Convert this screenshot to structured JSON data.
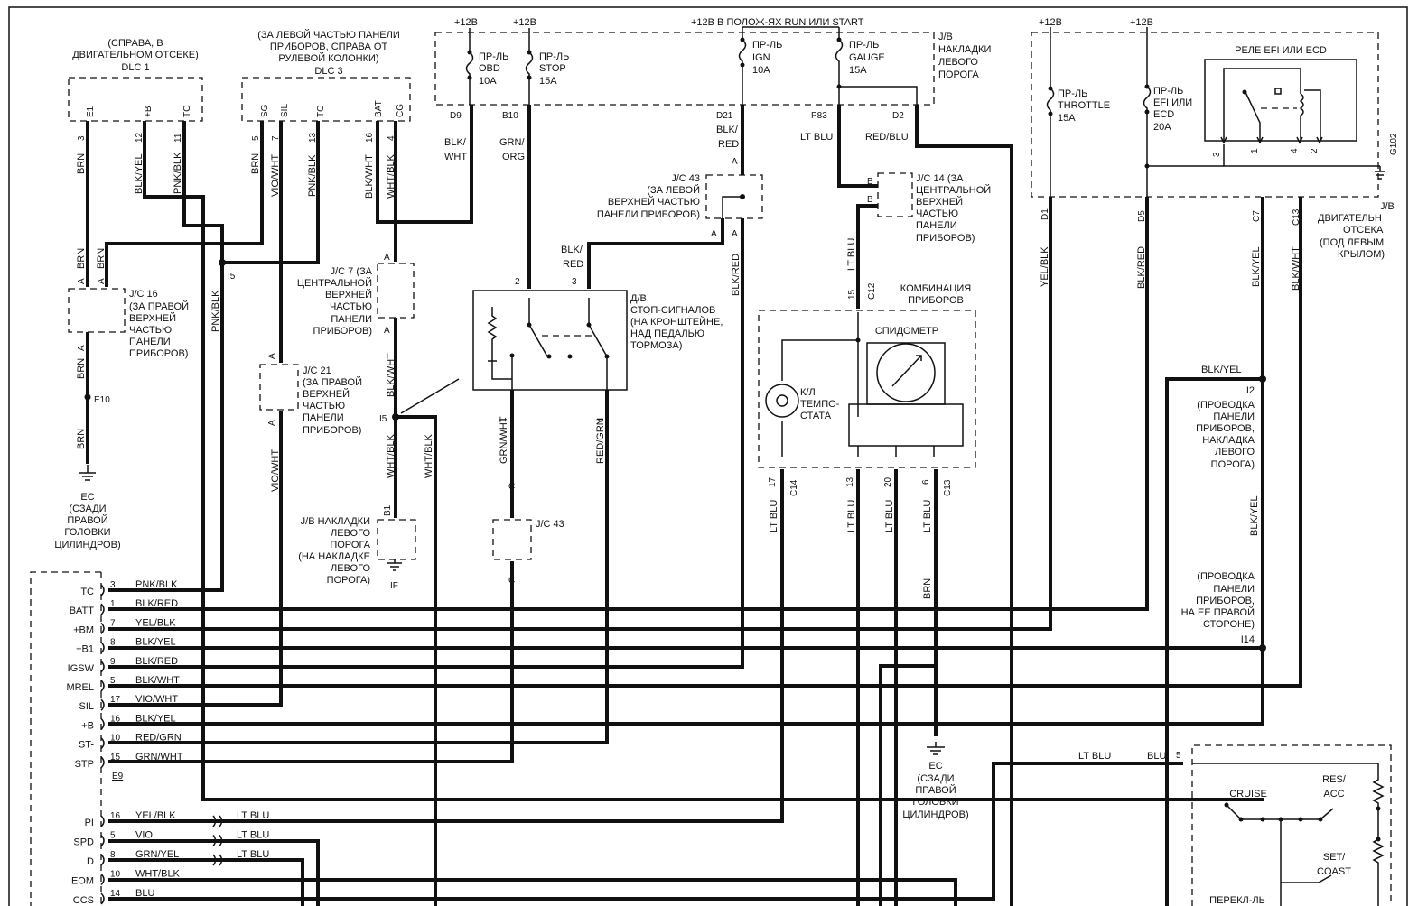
{
  "top": {
    "p12_a": "+12В",
    "p12_b": "+12В",
    "run_start": "+12В В ПОЛОЖ-ЯХ RUN ИЛИ START",
    "p12_c": "+12В",
    "p12_d": "+12В"
  },
  "dlc1": {
    "desc": [
      "(СПРАВА, В",
      "ДВИГАТЕЛЬНОМ ОТСЕКЕ)",
      "DLC 1"
    ],
    "pins": [
      {
        "name": "E1",
        "num": "3",
        "wire": "BRN"
      },
      {
        "name": "+B",
        "num": "12",
        "wire": "BLK/YEL"
      },
      {
        "name": "TC",
        "num": "11",
        "wire": "PNK/BLK"
      }
    ]
  },
  "dlc3": {
    "desc": [
      "(ЗА ЛЕВОЙ ЧАСТЬЮ ПАНЕЛИ",
      "ПРИБОРОВ, СПРАВА ОТ",
      "РУЛЕВОЙ КОЛОНКИ)",
      "DLC 3"
    ],
    "pins": [
      {
        "name": "SG",
        "num": "5",
        "wire": "BRN"
      },
      {
        "name": "SIL",
        "num": "7",
        "wire": "VIO/WHT"
      },
      {
        "name": "TC",
        "num": "13",
        "wire": "PNK/BLK"
      },
      {
        "name": "BAT",
        "num": "16",
        "wire": "BLK/WHT"
      },
      {
        "name": "CG",
        "num": "4",
        "wire": "WHT/BLK"
      }
    ]
  },
  "jb_sill": {
    "title": [
      "J/B",
      "НАКЛАДКИ",
      "ЛЕВОГО",
      "ПОРОГА"
    ],
    "fuses": [
      {
        "lines": [
          "ПР-ЛЬ",
          "OBD",
          "10A"
        ],
        "out": "D9",
        "wire": [
          "BLK/",
          "WHT"
        ]
      },
      {
        "lines": [
          "ПР-ЛЬ",
          "STOP",
          "15A"
        ],
        "out": "B10",
        "wire": [
          "GRN/",
          "ORG"
        ]
      },
      {
        "lines": [
          "ПР-ЛЬ",
          "IGN",
          "10A"
        ],
        "out": "D21",
        "wire": [
          "BLK/",
          "RED"
        ]
      },
      {
        "lines": [
          "ПР-ЛЬ",
          "GAUGE",
          "15A"
        ],
        "out": "P83",
        "wire": [
          "LT BLU"
        ]
      }
    ],
    "d2": "D2",
    "d2_wire": "RED/BLU"
  },
  "jb_engine": {
    "title": [
      "J/B",
      "ДВИГАТЕЛЬН",
      "ОТСЕКА",
      "(ПОД ЛЕВЫМ",
      "КРЫЛОМ)"
    ],
    "relay": "РЕЛЕ EFI ИЛИ ECD",
    "relay_pins": [
      "3",
      "1",
      "4",
      "2"
    ],
    "ground": "G102",
    "fuses": [
      {
        "lines": [
          "ПР-ЛЬ",
          "THROTTLE",
          "15A"
        ],
        "out": "D1",
        "wire": "YEL/BLK"
      },
      {
        "lines": [
          "ПР-ЛЬ",
          "EFI ИЛИ",
          "ECD",
          "20A"
        ],
        "out": "D5",
        "wire": "BLK/RED"
      }
    ],
    "c7": "C7",
    "c7_wire": "BLK/YEL",
    "c13": "C13",
    "c13_wire": "BLK/WHT"
  },
  "jc16": {
    "lines": [
      "J/C 16",
      "(ЗА ПРАВОЙ",
      "ВЕРХНЕЙ",
      "ЧАСТЬЮ",
      "ПАНЕЛИ",
      "ПРИБОРОВ)"
    ],
    "pin": "A",
    "wire_in": "BRN",
    "wire_in2": "BRN"
  },
  "jc7": {
    "lines": [
      "J/C 7 (ЗА",
      "ЦЕНТРАЛЬНОЙ",
      "ВЕРХНЕЙ",
      "ЧАСТЬЮ",
      "ПАНЕЛИ",
      "ПРИБОРОВ)"
    ],
    "pin": "A"
  },
  "jc21": {
    "lines": [
      "J/C 21",
      "(ЗА ПРАВОЙ",
      "ВЕРХНЕЙ",
      "ЧАСТЬЮ",
      "ПАНЕЛИ",
      "ПРИБОРОВ)"
    ],
    "pin": "A"
  },
  "jc43": {
    "lines": [
      "J/C 43",
      "(ЗА ЛЕВОЙ",
      "ВЕРХНЕЙ ЧАСТЬЮ",
      "ПАНЕЛИ ПРИБОРОВ)"
    ],
    "pin": "A"
  },
  "jc43b": {
    "label": "J/C 43",
    "pin": "C"
  },
  "jc14": {
    "lines": [
      "J/C 14 (ЗА",
      "ЦЕНТРАЛЬНОЙ",
      "ВЕРХНЕЙ",
      "ЧАСТЬЮ",
      "ПАНЕЛИ",
      "ПРИБОРОВ)"
    ],
    "pin": "B"
  },
  "stop_sw": {
    "lines": [
      "Д/В",
      "СТОП-СИГНАЛОВ",
      "(НА КРОНШТЕЙНЕ,",
      "НАД ПЕДАЛЬЮ",
      "ТОРМОЗА)"
    ],
    "pin2": "2",
    "pin3": "3",
    "pin1": "1",
    "pin4": "4",
    "wire_in3": [
      "BLK/",
      "RED"
    ],
    "wire_out1": "GRN/WHT",
    "wire_out4": "RED/GRN"
  },
  "combo": {
    "title": [
      "КОМБИНАЦИЯ",
      "ПРИБОРОВ"
    ],
    "speedo": "СПИДОМЕТР",
    "temp": [
      "К/Л",
      "ТЕМПО-",
      "СТАТА"
    ],
    "in_pin": "15",
    "in_conn": "C12",
    "in_wire": "LT BLU",
    "outs": [
      {
        "num": "17",
        "conn": "C14",
        "wire": "LT BLU"
      },
      {
        "num": "13",
        "conn": "",
        "wire": "LT BLU"
      },
      {
        "num": "20",
        "conn": "",
        "wire": "LT BLU"
      },
      {
        "num": "6",
        "conn": "C13",
        "wire": "LT BLU"
      }
    ]
  },
  "ground_e10": "E10",
  "ground_ec1": [
    "EC",
    "(СЗАДИ",
    "ПРАВОЙ",
    "ГОЛОВКИ",
    "ЦИЛИНДРОВ)"
  ],
  "ground_ec2": [
    "EC",
    "(СЗАДИ",
    "ПРАВОЙ",
    "ГОЛОВКИ",
    "ЦИЛИНДРОВ)"
  ],
  "ground_ec2_wire": "BRN",
  "splice_i5a": "I5",
  "splice_i5b": "I5",
  "jb_pad": {
    "lines": [
      "J/B НАКЛАДКИ",
      "ЛЕВОГО",
      "ПОРОГА",
      "(НА НАКЛАДКЕ",
      "ЛЕВОГО",
      "ПОРОГА)"
    ],
    "pin": "B1",
    "ground": "IF"
  },
  "i2": {
    "wire": "BLK/YEL",
    "label": [
      "I2",
      "(ПРОВОДКА",
      "ПАНЕЛИ",
      "ПРИБОРОВ,",
      "НАКЛАДКА",
      "ЛЕВОГО",
      "ПОРОГА)"
    ]
  },
  "i14": {
    "wire": "BLK/YEL",
    "label": [
      "(ПРОВОДКА",
      "ПАНЕЛИ",
      "ПРИБОРОВ,",
      "НА ЕЕ ПРАВОЙ",
      "СТОРОНЕ)",
      "I14"
    ]
  },
  "ecm": {
    "conn": "E9",
    "rows": [
      {
        "name": "TC",
        "num": "3",
        "wire": "PNK/BLK"
      },
      {
        "name": "BATT",
        "num": "1",
        "wire": "BLK/RED"
      },
      {
        "name": "+BM",
        "num": "7",
        "wire": "YEL/BLK"
      },
      {
        "name": "+B1",
        "num": "8",
        "wire": "BLK/YEL"
      },
      {
        "name": "IGSW",
        "num": "9",
        "wire": "BLK/RED"
      },
      {
        "name": "MREL",
        "num": "5",
        "wire": "BLK/WHT"
      },
      {
        "name": "SIL",
        "num": "17",
        "wire": "VIO/WHT"
      },
      {
        "name": "+B",
        "num": "16",
        "wire": "BLK/YEL"
      },
      {
        "name": "ST-",
        "num": "10",
        "wire": "RED/GRN"
      },
      {
        "name": "STP",
        "num": "15",
        "wire": "GRN/WHT"
      }
    ],
    "rows2": [
      {
        "name": "PI",
        "num": "16",
        "wire": "YEL/BLK",
        "wire2": "LT BLU"
      },
      {
        "name": "SPD",
        "num": "5",
        "wire": "VIO",
        "wire2": "LT BLU"
      },
      {
        "name": "D",
        "num": "8",
        "wire": "GRN/YEL",
        "wire2": "LT BLU"
      },
      {
        "name": "EOM",
        "num": "10",
        "wire": "WHT/BLK",
        "wire2": ""
      },
      {
        "name": "CCS",
        "num": "14",
        "wire": "BLU",
        "wire2": ""
      }
    ]
  },
  "cruise_sw": {
    "wire_a": "LT BLU",
    "wire_b": "BLU",
    "pin": "5",
    "cruise": "CRUISE",
    "res": [
      "RES/",
      "ACC"
    ],
    "set": [
      "SET/",
      "COAST"
    ],
    "title": "ПЕРЕКЛ-ЛЬ"
  }
}
